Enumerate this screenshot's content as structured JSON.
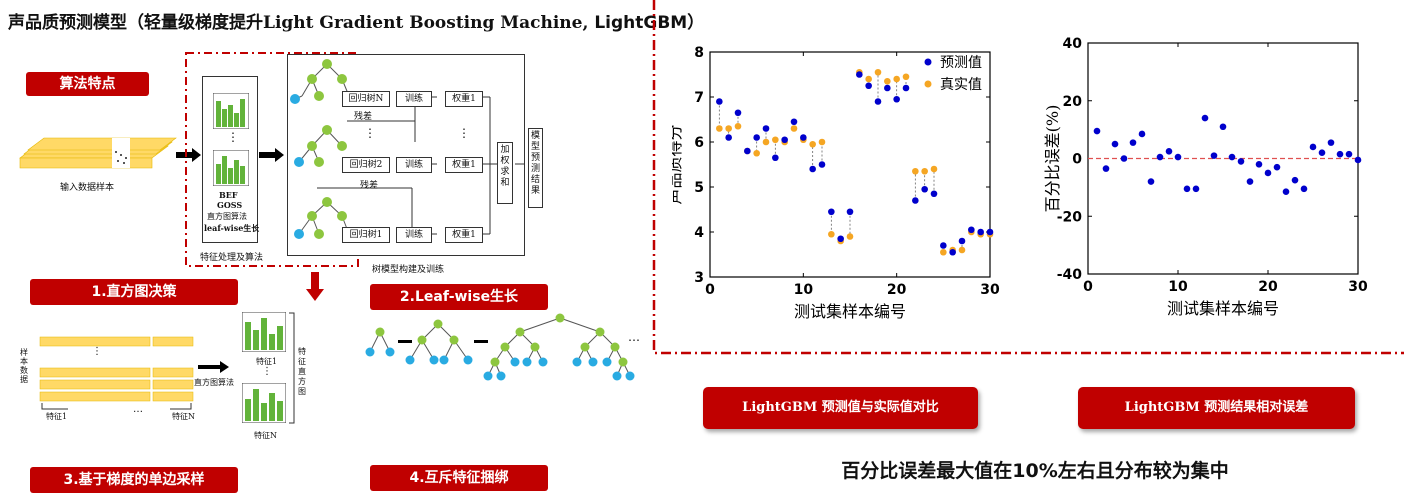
{
  "header": {
    "title_cn": "声品质预测模型（轻量级梯度提升",
    "title_en": "Light Gradient Boosting Machine, ",
    "title_abbr": "LightGBM",
    "title_end": "）"
  },
  "labels": {
    "algo_features": "算法特点",
    "step1": "1.直方图决策",
    "step2": "2.Leaf-wise生长",
    "step3": "3.基于梯度的单边采样",
    "step4": "4.互斥特征捆绑"
  },
  "diagram": {
    "input_samples": "输入数据样本",
    "bef": "BEF",
    "goss": "GOSS",
    "hist_algo": "直方图算法",
    "leafwise": "leaf-wise生长",
    "feature_proc": "特征处理及算法",
    "tree_build": "树模型构建及训练",
    "tree_n": "回归树N",
    "tree_2": "回归树2",
    "tree_1": "回归树1",
    "train": "训练",
    "weight_n": "权重1",
    "weight_2": "权重1",
    "weight_1": "权重1",
    "residual": "残差",
    "weighted_sum": "加权求和",
    "model_result": "模型预测结果",
    "dots": "⋮",
    "sample_data": "样本数据",
    "feature_1": "特征1",
    "feature_n": "特征N",
    "hist_algo2": "直方图算法",
    "hist_feature_1": "特征1",
    "hist_feature_n": "特征N",
    "feature_hist": "特征直方图",
    "ellipsis": "…"
  },
  "captions": {
    "left": "LightGBM 预测值与实际值对比",
    "right": "LightGBM 预测结果相对误差"
  },
  "conclusion": "百分比误差最大值在10%左右且分布较为集中",
  "colors": {
    "red": "#c00000",
    "pred": "#0000cc",
    "real": "#f5a623",
    "tree_green": "#8dc63f",
    "tree_blue": "#29abe2",
    "hist_green": "#62b33a",
    "yellow": "#ffd966"
  },
  "chart_data": [
    {
      "type": "scatter",
      "xlabel": "测试集样本编号",
      "ylabel": "声品质得分",
      "xlim": [
        0,
        30
      ],
      "ylim": [
        3,
        8
      ],
      "xticks": [
        "0",
        "10",
        "20",
        "30"
      ],
      "yticks": [
        "3",
        "4",
        "5",
        "6",
        "7",
        "8"
      ],
      "legend_position": "top-right",
      "series": [
        {
          "name": "预测值",
          "x": [
            1,
            2,
            3,
            4,
            5,
            6,
            7,
            8,
            9,
            10,
            11,
            12,
            13,
            14,
            15,
            16,
            17,
            18,
            19,
            20,
            21,
            22,
            23,
            24,
            25,
            26,
            27,
            28,
            29,
            30
          ],
          "y": [
            6.9,
            6.1,
            6.65,
            5.8,
            6.1,
            6.3,
            5.65,
            6.05,
            6.45,
            6.1,
            5.4,
            5.5,
            4.45,
            3.85,
            4.45,
            7.5,
            7.25,
            6.9,
            7.2,
            6.95,
            7.2,
            4.7,
            4.95,
            4.85,
            3.7,
            3.55,
            3.8,
            4.05,
            4.0,
            4.0
          ]
        },
        {
          "name": "真实值",
          "x": [
            1,
            2,
            3,
            4,
            5,
            6,
            7,
            8,
            9,
            10,
            11,
            12,
            13,
            14,
            15,
            16,
            17,
            18,
            19,
            20,
            21,
            22,
            23,
            24,
            25,
            26,
            27,
            28,
            29,
            30
          ],
          "y": [
            6.3,
            6.3,
            6.35,
            5.8,
            5.75,
            6.0,
            6.05,
            6.0,
            6.3,
            6.05,
            5.95,
            6.0,
            3.95,
            3.8,
            3.9,
            7.55,
            7.4,
            7.55,
            7.35,
            7.4,
            7.45,
            5.35,
            5.35,
            5.4,
            3.55,
            3.6,
            3.6,
            4.0,
            3.95,
            3.95
          ]
        }
      ]
    },
    {
      "type": "scatter",
      "xlabel": "测试集样本编号",
      "ylabel": "百分比误差(%)",
      "xlim": [
        0,
        30
      ],
      "ylim": [
        -40,
        40
      ],
      "xticks": [
        "0",
        "10",
        "20",
        "30"
      ],
      "yticks": [
        "-40",
        "-20",
        "0",
        "20",
        "40"
      ],
      "reference_line": 0,
      "series": [
        {
          "x": [
            1,
            2,
            3,
            4,
            5,
            6,
            7,
            8,
            9,
            10,
            11,
            12,
            13,
            14,
            15,
            16,
            17,
            18,
            19,
            20,
            21,
            22,
            23,
            24,
            25,
            26,
            27,
            28,
            29,
            30
          ],
          "y": [
            9.5,
            -3.5,
            5,
            0,
            5.5,
            8.5,
            -8,
            0.5,
            2.5,
            0.5,
            -10.5,
            -10.5,
            14,
            1,
            11,
            0.5,
            -1,
            -8,
            -2,
            -5,
            -3,
            -11.5,
            -7.5,
            -10.5,
            4,
            2,
            5.5,
            1.5,
            1.5,
            -0.5
          ]
        }
      ]
    }
  ]
}
